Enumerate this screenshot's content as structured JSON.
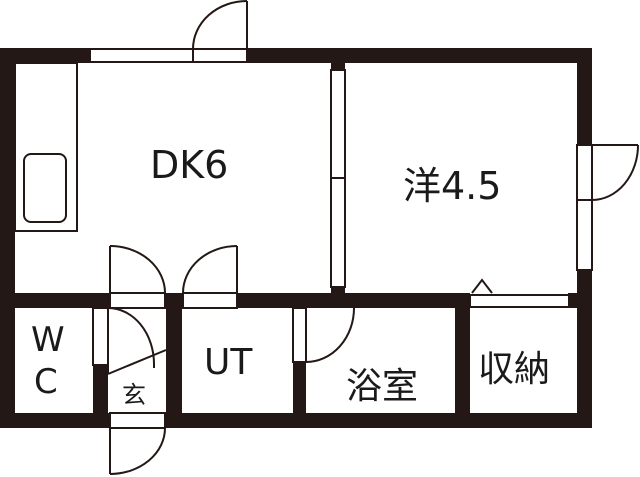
{
  "floorplan": {
    "wall_color": "#231815",
    "rooms": [
      {
        "id": "dk",
        "label": "DK6"
      },
      {
        "id": "western",
        "label": "洋4.5"
      },
      {
        "id": "wc",
        "label_line1": "W",
        "label_line2": "C"
      },
      {
        "id": "entrance",
        "label": "玄"
      },
      {
        "id": "utility",
        "label": "UT"
      },
      {
        "id": "bath",
        "label": "浴室"
      },
      {
        "id": "storage",
        "label": "収納"
      }
    ]
  }
}
